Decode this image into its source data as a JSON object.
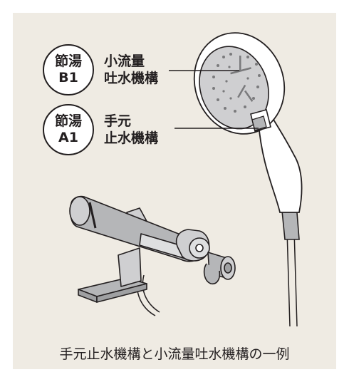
{
  "badges": [
    {
      "line1": "節湯",
      "line2": "B1"
    },
    {
      "line1": "節湯",
      "line2": "A1"
    }
  ],
  "mechanisms": [
    {
      "line1": "小流量",
      "line2": "吐水機構"
    },
    {
      "line1": "手元",
      "line2": "止水機構"
    }
  ],
  "caption": "手元止水機構と小流量吐水機構の一例",
  "colors": {
    "panel_background": "#efebe3",
    "line": "#231f20",
    "shower_head_face": "#cfcfd1",
    "metal": "#b5b6b8"
  }
}
